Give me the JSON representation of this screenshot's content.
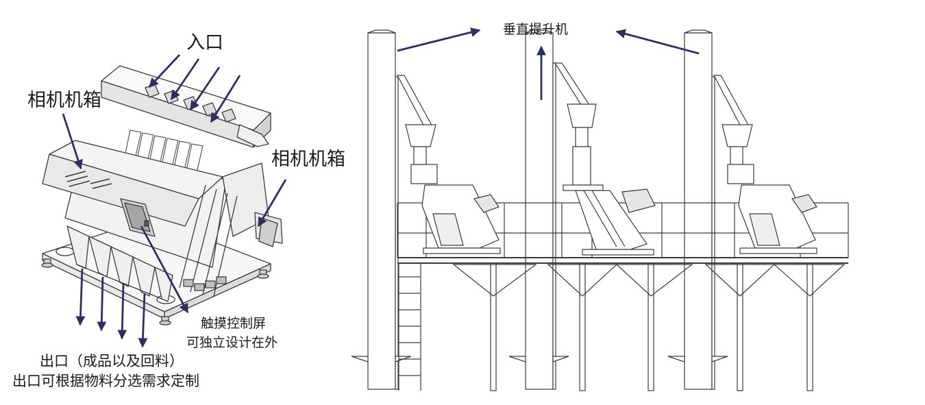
{
  "labels": {
    "inlet": "入口",
    "camera_box_left": "相机机箱",
    "camera_box_right": "相机机箱",
    "touchscreen_line1": "触摸控制屏",
    "touchscreen_line2": "可独立设计在外",
    "outlet_line1": "出口（成品以及回料）",
    "outlet_line2": "出口可根据物料分选需求定制",
    "elevator": "垂直提升机"
  },
  "colors": {
    "arrow": "#2b2f63",
    "line": "#3a3a3a",
    "fill_light": "#f4f4f4",
    "fill_mid": "#d6d6d6",
    "fill_dark": "#8a8a8a"
  }
}
